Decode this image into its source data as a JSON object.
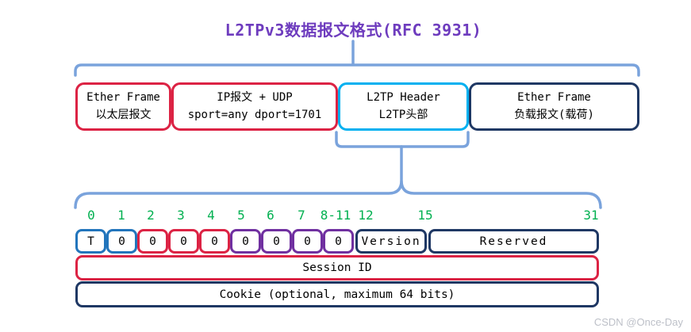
{
  "palette": {
    "red": "#DC2344",
    "blue": "#2275BC",
    "purple": "#7030A0",
    "navy": "#1F3864",
    "cyan": "#00B0F0",
    "green": "#00B050",
    "title": "#6E3CBE",
    "brace": "#7AA3DC",
    "watermark": "#BDC0C8"
  },
  "title": "L2TPv3数据报文格式(RFC 3931)",
  "frame_row": [
    {
      "line1": "Ether Frame",
      "line2": "以太层报文"
    },
    {
      "line1": "IP报文 + UDP",
      "line2": "sport=any dport=1701"
    },
    {
      "line1": "L2TP Header",
      "line2": "L2TP头部"
    },
    {
      "line1": "Ether Frame",
      "line2": "负载报文(载荷)"
    }
  ],
  "bit_labels": [
    "0",
    "1",
    "2",
    "3",
    "4",
    "5",
    "6",
    "7",
    "8-11",
    "12",
    "15",
    "31"
  ],
  "l2tp_header": {
    "row1": [
      {
        "label": "T"
      },
      {
        "label": "0"
      },
      {
        "label": "0"
      },
      {
        "label": "0"
      },
      {
        "label": "0"
      },
      {
        "label": "0"
      },
      {
        "label": "0"
      },
      {
        "label": "0"
      },
      {
        "label": "0"
      },
      {
        "label": "Version"
      },
      {
        "label": "Reserved"
      }
    ],
    "session_id": "Session ID",
    "cookie": "Cookie (optional, maximum 64 bits)"
  },
  "watermark": "CSDN @Once-Day"
}
